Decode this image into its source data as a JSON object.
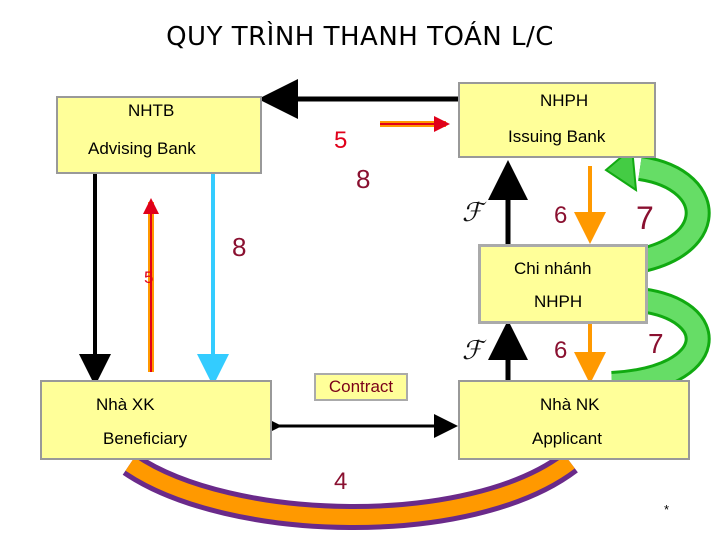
{
  "title": "QUY TRÌNH THANH TOÁN L/C",
  "nodes": {
    "nhtb": {
      "name": "NHTB",
      "english": "Advising Bank"
    },
    "nhph": {
      "name": "NHPH",
      "english": "Issuing Bank"
    },
    "branch": {
      "line1": "Chi nhánh",
      "line2": "NHPH"
    },
    "exporter": {
      "name": "Nhà XK",
      "english": "Beneficiary"
    },
    "importer": {
      "name": "Nhà NK",
      "english": "Applicant"
    },
    "contract": "Contract"
  },
  "step_labels": {
    "s4": "4",
    "s5_top": "5",
    "s5_left": "5",
    "s6_upper": "6",
    "s6_lower": "6",
    "s7_upper": "7",
    "s7_lower": "7",
    "s8_upper": "8",
    "s8_left": "8"
  },
  "symbols": {
    "upper": "ℱ",
    "lower": "ℱ",
    "star": "*"
  },
  "colors": {
    "box_fill": "#ffff99",
    "box_border": "#999999",
    "red": "#e0001a",
    "step_text": "#8a1030",
    "cyan": "#33ccff",
    "green": "#33cc33",
    "orange": "#ff9900",
    "purple": "#7a2a9a",
    "black": "#000000"
  }
}
